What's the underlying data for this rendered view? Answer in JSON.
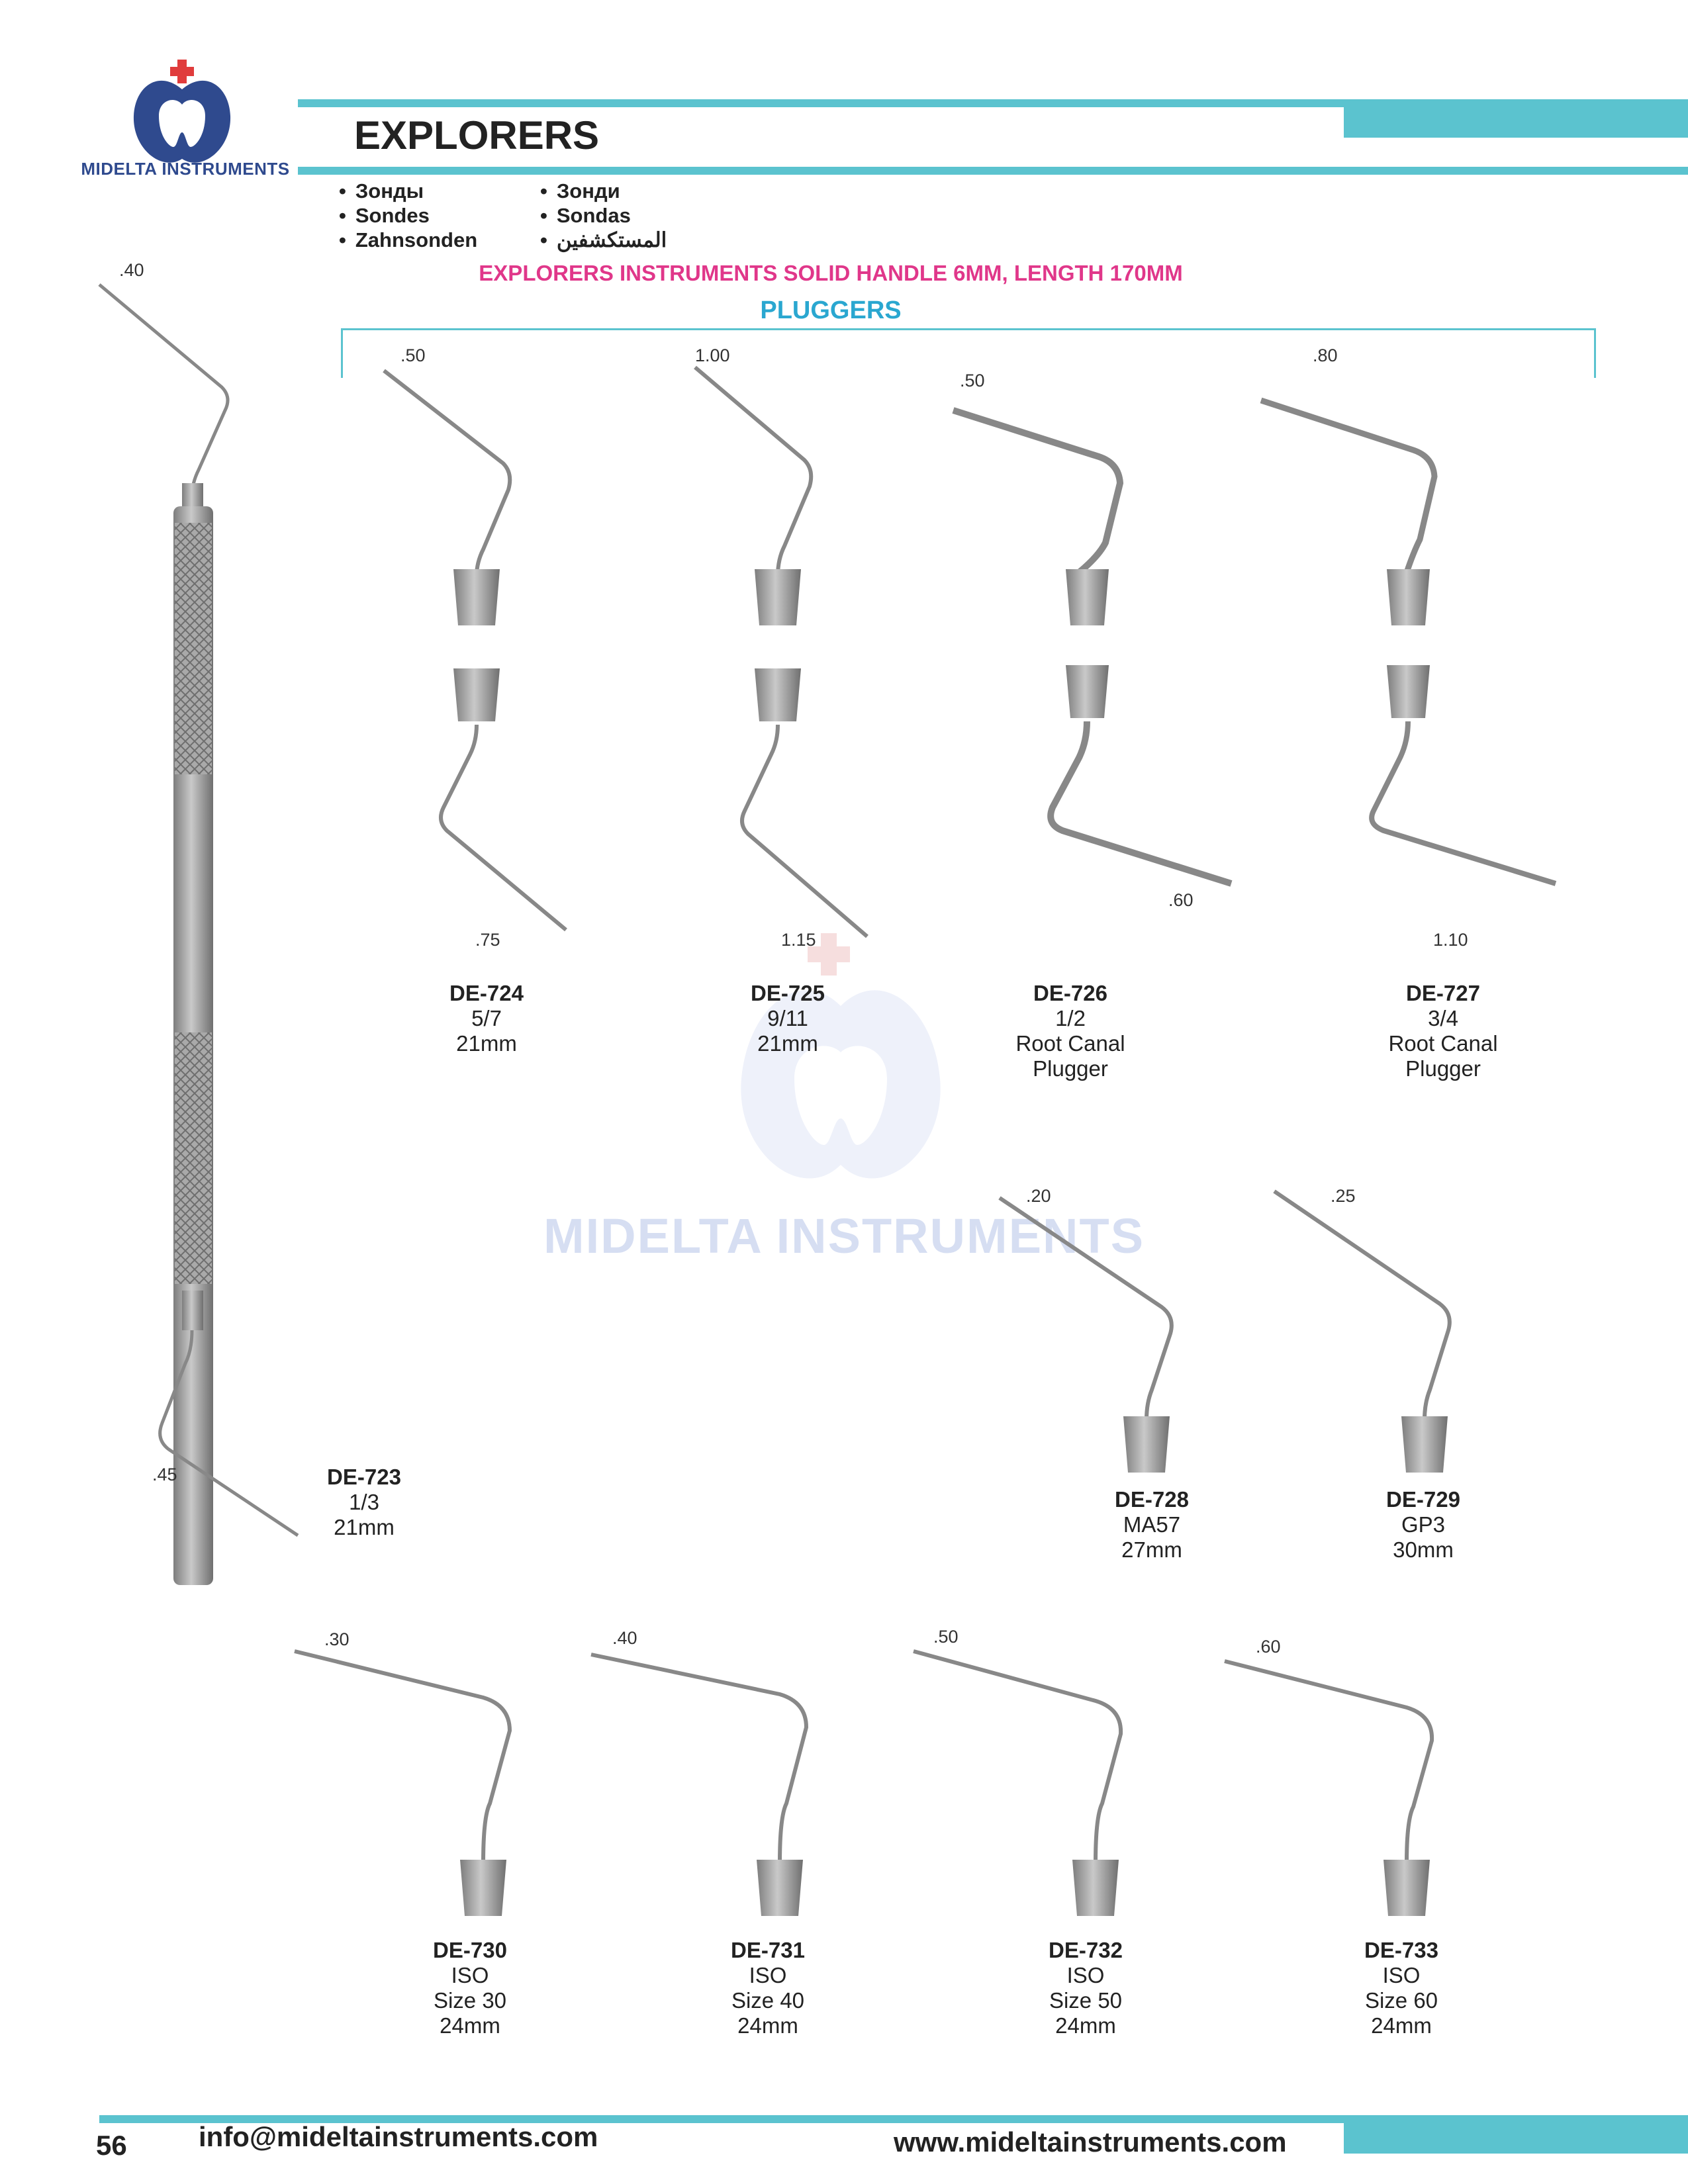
{
  "brand": {
    "name": "MIDELTA INSTRUMENTS",
    "watermark": "MIDELTA INSTRUMENTS"
  },
  "header": {
    "title": "EXPLORERS",
    "languages_left": [
      "Зонды",
      "Sondes",
      "Zahnsonden"
    ],
    "languages_right": [
      "Зонди",
      "Sondas",
      "المستكشفين"
    ]
  },
  "subtitle": "EXPLORERS INSTRUMENTS SOLID HANDLE 6MM, LENGTH 170MM",
  "section": "PLUGGERS",
  "products": [
    {
      "code": "DE-723",
      "lines": [
        "1/3",
        "21mm"
      ],
      "tip_top": ".40",
      "tip_bottom": ".45"
    },
    {
      "code": "DE-724",
      "lines": [
        "5/7",
        "21mm"
      ],
      "tip_top": ".50",
      "tip_bottom": ".75"
    },
    {
      "code": "DE-725",
      "lines": [
        "9/11",
        "21mm"
      ],
      "tip_top": "1.00",
      "tip_bottom": "1.15"
    },
    {
      "code": "DE-726",
      "lines": [
        "1/2",
        "Root Canal",
        "Plugger"
      ],
      "tip_top": ".50",
      "tip_bottom": ".60"
    },
    {
      "code": "DE-727",
      "lines": [
        "3/4",
        "Root Canal",
        "Plugger"
      ],
      "tip_top": ".80",
      "tip_bottom": "1.10"
    },
    {
      "code": "DE-728",
      "lines": [
        "MA57",
        "27mm"
      ],
      "tip_top": ".20"
    },
    {
      "code": "DE-729",
      "lines": [
        "GP3",
        "30mm"
      ],
      "tip_top": ".25"
    },
    {
      "code": "DE-730",
      "lines": [
        "ISO",
        "Size 30",
        "24mm"
      ],
      "tip_top": ".30"
    },
    {
      "code": "DE-731",
      "lines": [
        "ISO",
        "Size 40",
        "24mm"
      ],
      "tip_top": ".40"
    },
    {
      "code": "DE-732",
      "lines": [
        "ISO",
        "Size 50",
        "24mm"
      ],
      "tip_top": ".50"
    },
    {
      "code": "DE-733",
      "lines": [
        "ISO",
        "Size 60",
        "24mm"
      ],
      "tip_top": ".60"
    }
  ],
  "footer": {
    "page_number": "56",
    "email": "info@mideltainstruments.com",
    "website": "www.mideltainstruments.com"
  },
  "colors": {
    "accent_bar": "#5bc3cf",
    "subtitle": "#e0378a",
    "section": "#2aa7d0",
    "brand": "#2f4a8e"
  }
}
